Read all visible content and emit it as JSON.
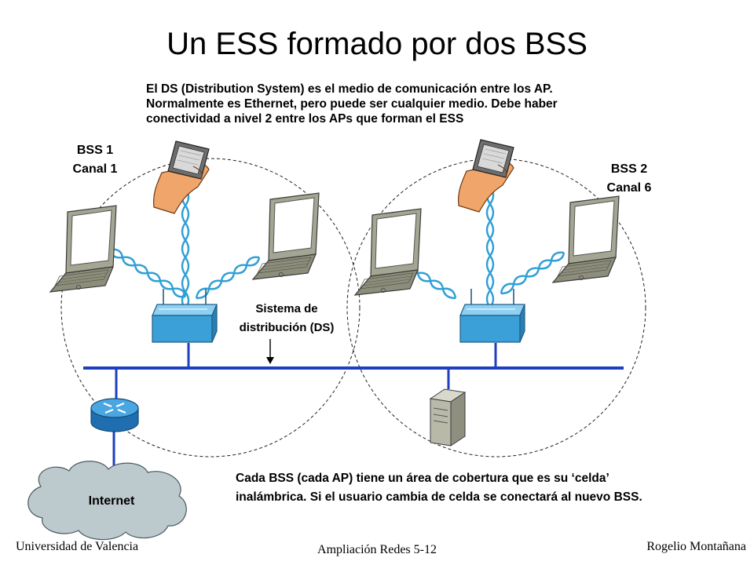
{
  "slide": {
    "title": "Un ESS formado por dos BSS",
    "note_top": [
      "El DS (Distribution System) es el medio de comunicación entre los AP.",
      "Normalmente es Ethernet, pero puede ser cualquier medio. Debe haber",
      "conectividad a nivel 2 entre los APs que forman el ESS"
    ],
    "bss1": {
      "name": "BSS 1",
      "channel": "Canal 1"
    },
    "bss2": {
      "name": "BSS 2",
      "channel": "Canal 6"
    },
    "ds_label": [
      "Sistema de",
      "distribución (DS)"
    ],
    "internet_label": "Internet",
    "note_bottom": [
      "Cada BSS (cada AP) tiene un área de cobertura que es su ‘celda’",
      "inalámbrica. Si el usuario cambia de celda se conectará al nuevo BSS."
    ],
    "footer": {
      "left": "Universidad de Valencia",
      "center": "Ampliación Redes 5-12",
      "right": "Rogelio Montañana"
    }
  },
  "colors": {
    "lan": "#1f3fbf",
    "access_point": "#3ba0d8",
    "radio_wave": "#2f9fd6",
    "router": "#2f8fd0",
    "cloud": "#bcc9cd",
    "laptop": "#9a9a86",
    "hand": "#f0a56a"
  }
}
